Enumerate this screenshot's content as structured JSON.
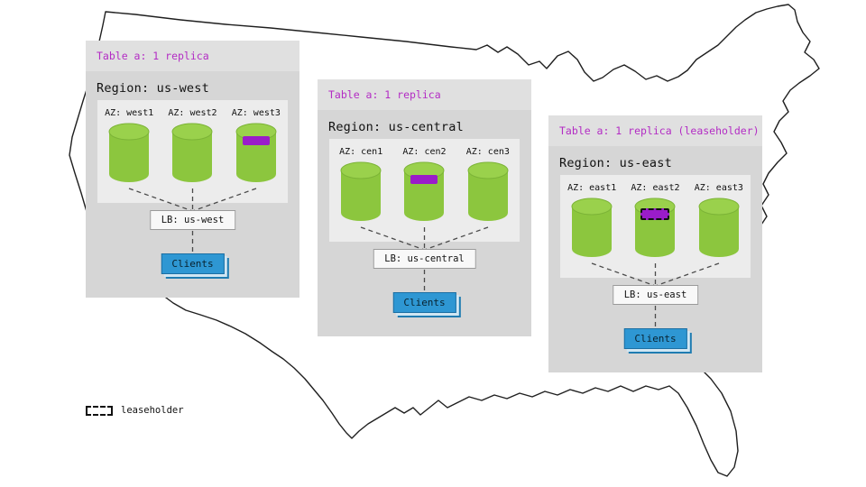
{
  "regions": [
    {
      "table_label": "Table a: 1 replica",
      "region_label": "Region: us-west",
      "azs": [
        {
          "label": "AZ: west1",
          "replica": "none"
        },
        {
          "label": "AZ: west2",
          "replica": "none"
        },
        {
          "label": "AZ: west3",
          "replica": "replica"
        }
      ],
      "lb_label": "LB: us-west",
      "clients_label": "Clients"
    },
    {
      "table_label": "Table a: 1 replica",
      "region_label": "Region: us-central",
      "azs": [
        {
          "label": "AZ: cen1",
          "replica": "none"
        },
        {
          "label": "AZ: cen2",
          "replica": "replica"
        },
        {
          "label": "AZ: cen3",
          "replica": "none"
        }
      ],
      "lb_label": "LB: us-central",
      "clients_label": "Clients"
    },
    {
      "table_label": "Table a: 1 replica (leaseholder)",
      "region_label": "Region: us-east",
      "azs": [
        {
          "label": "AZ: east1",
          "replica": "none"
        },
        {
          "label": "AZ: east2",
          "replica": "leaseholder"
        },
        {
          "label": "AZ: east3",
          "replica": "none"
        }
      ],
      "lb_label": "LB: us-east",
      "clients_label": "Clients"
    }
  ],
  "legend": {
    "label": "leaseholder"
  },
  "colors": {
    "table_label_purple": "#b32cc4",
    "replica_purple": "#9a1cc9",
    "cylinder_green": "#8cc63e",
    "cylinder_top_green": "#9ad14c",
    "clients_blue": "#2e97d3",
    "panel_gray": "#d6d6d6",
    "az_box_gray": "#ececec"
  }
}
